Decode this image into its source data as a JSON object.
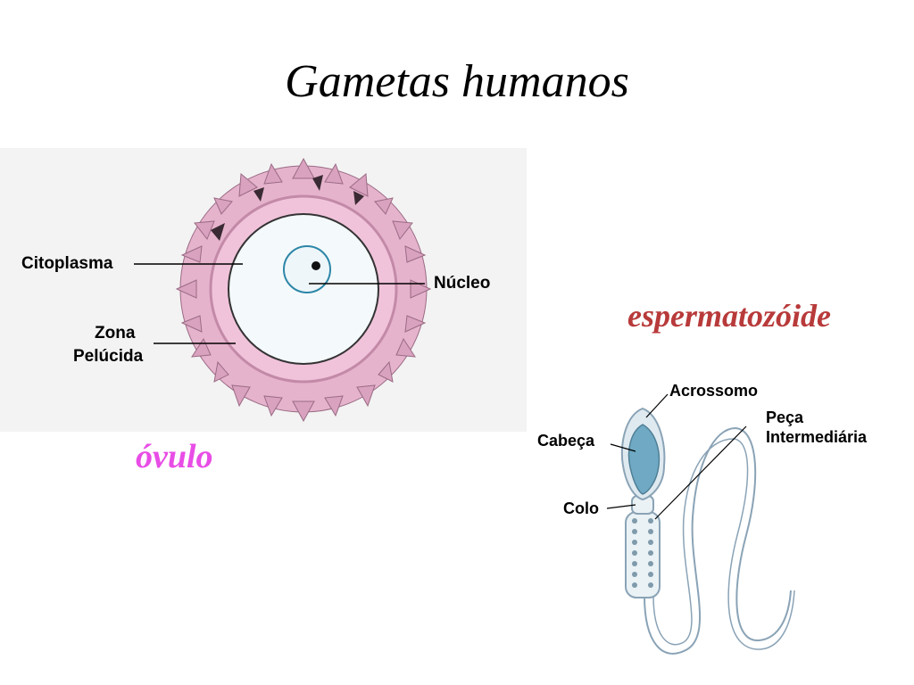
{
  "title": "Gametas humanos",
  "ovum": {
    "caption": "óvulo",
    "labels": {
      "citoplasma": "Citoplasma",
      "zona_line1": "Zona",
      "zona_line2": "Pelúcida",
      "nucleo": "Núcleo"
    }
  },
  "sperm": {
    "caption": "espermatozóide",
    "labels": {
      "acrossomo": "Acrossomo",
      "peca_line1": "Peça",
      "peca_line2": "Intermediária",
      "cabeca": "Cabeça",
      "colo": "Colo"
    }
  },
  "colors": {
    "ovulo_caption": "#e84de6",
    "esperm_caption": "#b83a3a",
    "zona": "#e8a4c8",
    "sperm_head": "#6fa9c4"
  }
}
